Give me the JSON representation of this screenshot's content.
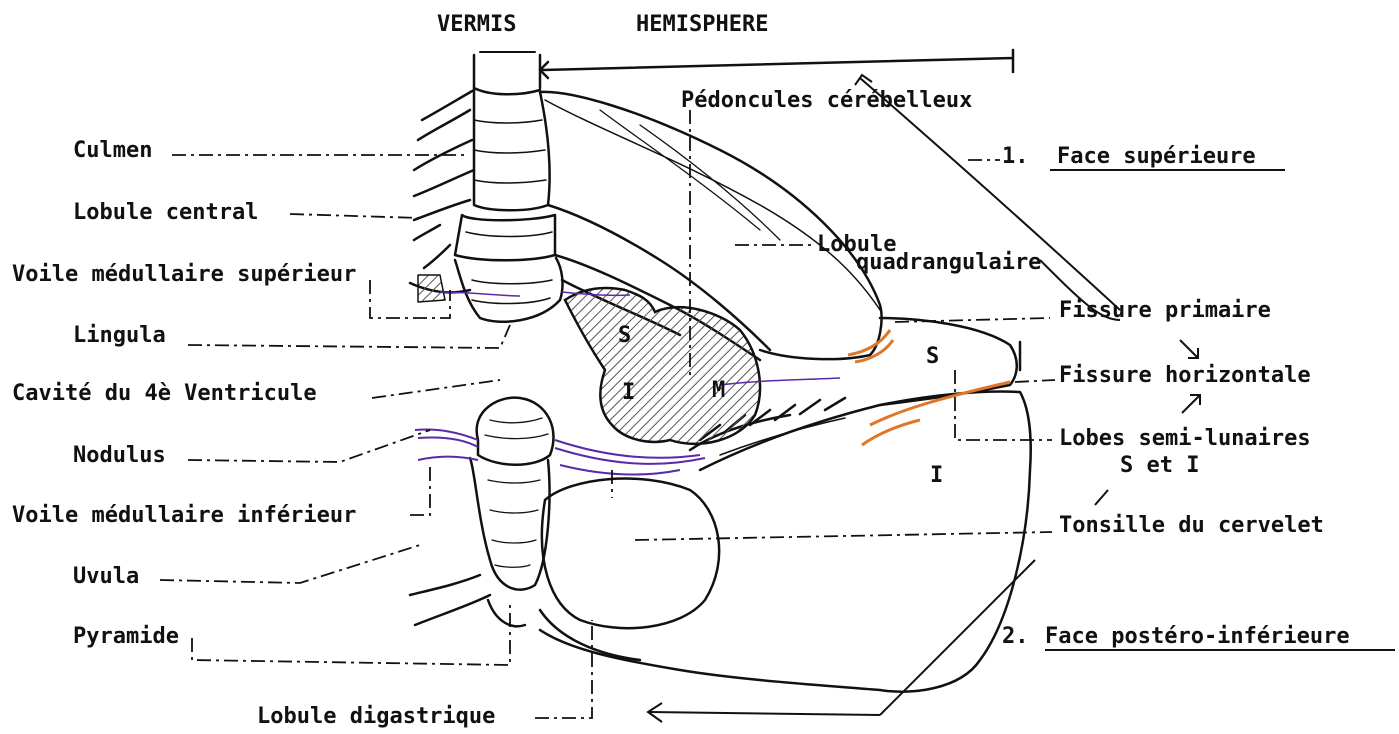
{
  "header": {
    "vermis": "VERMIS",
    "hemisphere": "HEMISPHERE"
  },
  "labels_left": {
    "culmen": "Culmen",
    "lobule_central": "Lobule central",
    "voile_superieur": "Voile médullaire supérieur",
    "lingula": "Lingula",
    "cavite": "Cavité du 4è Ventricule",
    "nodulus": "Nodulus",
    "voile_inferieur": "Voile médullaire inférieur",
    "uvula": "Uvula",
    "pyramide": "Pyramide",
    "lobule_digastrique": "Lobule digastrique"
  },
  "labels_right": {
    "pedoncules": "Pédoncules cérébelleux",
    "face_sup_num": "1.",
    "face_sup": "Face supérieure",
    "lobule_quad_1": "Lobule",
    "lobule_quad_2": "quadrangulaire",
    "fissure_primaire": "Fissure primaire",
    "fissure_horizontale": "Fissure horizontale",
    "lobes_semi_1": "Lobes semi-lunaires",
    "lobes_semi_2": "S et I",
    "tonsille": "Tonsille du cervelet",
    "face_post_num": "2.",
    "face_post": "Face postéro-inférieure"
  },
  "inner_letters": {
    "s_peduncle": "S",
    "i_peduncle": "I",
    "m_peduncle": "M",
    "s_lobe": "S",
    "i_lobe": "I"
  },
  "colors": {
    "ink": "#111111",
    "purple": "#5b2aa8",
    "orange": "#e0762a",
    "hatch": "#555555"
  }
}
